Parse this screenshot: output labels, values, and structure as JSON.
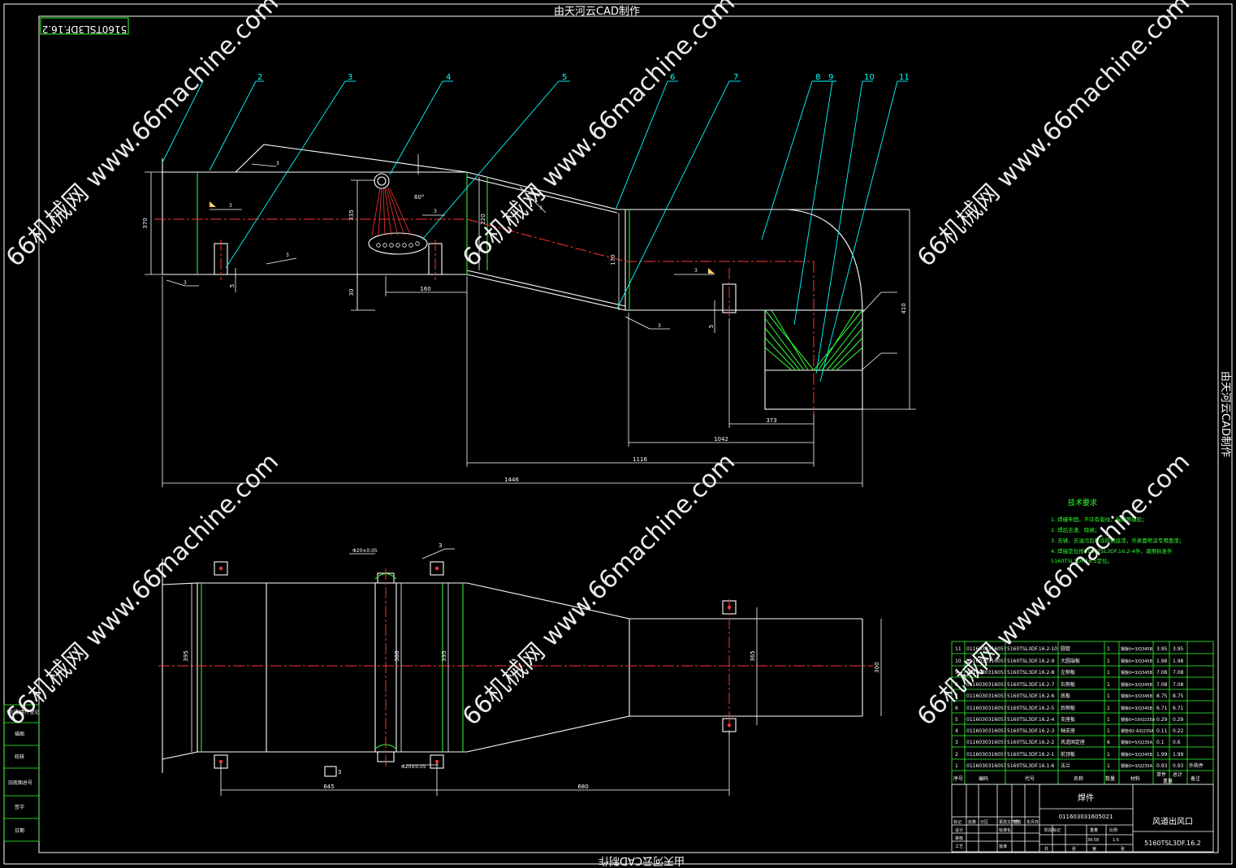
{
  "title_top": "由天河云CAD制作",
  "title_bottom": "由天河云CAD制作",
  "title_right": "由天河云CAD制作",
  "drawing_code_box": "5160TSL3DF.16.2",
  "watermark": "66机械网 www.66machine.com",
  "balloons": [
    "2",
    "3",
    "4",
    "5",
    "6",
    "7",
    "8",
    "9",
    "10",
    "11"
  ],
  "dims_front": {
    "left_h": "370",
    "mid_h": "335",
    "right_h": "410",
    "d_30": "30",
    "d_160": "160",
    "d_220": "220",
    "d_170": "170",
    "d_5a": "5",
    "d_5b": "5",
    "d_373": "373",
    "d_1042": "1042",
    "d_1116": "1116",
    "d_1446": "1446",
    "d_60": "60°"
  },
  "dims_top": {
    "left_h": "395",
    "mid_h": "380",
    "mid_h2": "395",
    "right_h": "365",
    "right_h2": "300",
    "d_645": "645",
    "d_680": "680",
    "hole_top": "Φ20±0.05",
    "hole_bottom": "Φ20±0.05"
  },
  "weld_symbols": [
    "3",
    "3",
    "3",
    "3",
    "3",
    "3",
    "3",
    "3",
    "3",
    "3",
    "3",
    "3",
    "3"
  ],
  "tech_req": {
    "title": "技术要求",
    "lines": [
      "1. 焊缝牢固，不许有裂纹、漏焊等缺陷；",
      "2. 焊后去渣、除锈；",
      "3. 去锈、去油污后喷涂防锈底漆，外表面喷涂专用面漆；",
      "4. 焊接定位按5160TSL3DF.16.2-4件，调用标准件",
      "   5160TSL3DF.16.5定位。"
    ]
  },
  "bom": {
    "rows": [
      {
        "no": "11",
        "code": "011603031605?",
        "drawing": "5160TSL3DF.16.2-10",
        "name": "圆管",
        "qty": "1",
        "mat": "钢板δ=3/Q345B",
        "unit": "3.95",
        "total": "3.95",
        "note": ""
      },
      {
        "no": "10",
        "code": "011603031605?",
        "drawing": "5160TSL3DF.16.2-9",
        "name": "大圆端板",
        "qty": "1",
        "mat": "钢板δ=3/Q345B",
        "unit": "1.98",
        "total": "1.98",
        "note": ""
      },
      {
        "no": "9",
        "code": "011603031605?",
        "drawing": "5160TSL3DF.16.2-8",
        "name": "左侧板",
        "qty": "1",
        "mat": "钢板δ=3/Q345B",
        "unit": "7.08",
        "total": "7.08",
        "note": ""
      },
      {
        "no": "8",
        "code": "011603031605?",
        "drawing": "5160TSL3DF.16.2-7",
        "name": "右侧板",
        "qty": "1",
        "mat": "钢板δ=3/Q345B",
        "unit": "7.08",
        "total": "7.08",
        "note": ""
      },
      {
        "no": "7",
        "code": "011603031605?",
        "drawing": "5160TSL3DF.16.2-6",
        "name": "底板",
        "qty": "1",
        "mat": "钢板δ=3/Q345B",
        "unit": "8.75",
        "total": "8.75",
        "note": ""
      },
      {
        "no": "6",
        "code": "011603031605?",
        "drawing": "5160TSL3DF.16.2-5",
        "name": "后侧板",
        "qty": "1",
        "mat": "钢板δ=3/Q345B",
        "unit": "6.71",
        "total": "6.71",
        "note": ""
      },
      {
        "no": "5",
        "code": "011603031605?",
        "drawing": "5160TSL3DF.16.2-4",
        "name": "支座板",
        "qty": "1",
        "mat": "钢板δ=10/Q235A",
        "unit": "0.29",
        "total": "0.29",
        "note": ""
      },
      {
        "no": "4",
        "code": "011603031605?",
        "drawing": "5160TSL3DF.16.2-3",
        "name": "轴支座",
        "qty": "1",
        "mat": "钢管Φ2-4/Q235A",
        "unit": "0.11",
        "total": "0.22",
        "note": ""
      },
      {
        "no": "3",
        "code": "011603031605?",
        "drawing": "5160TSL3DF.16.2-2",
        "name": "风道固定座",
        "qty": "6",
        "mat": "钢板δ=5/Q235A",
        "unit": "0.1",
        "total": "0.6",
        "note": ""
      },
      {
        "no": "2",
        "code": "011603031605?",
        "drawing": "5160TSL3DF.16.2-1",
        "name": "前顶板",
        "qty": "1",
        "mat": "钢板δ=3/Q345B",
        "unit": "1.99",
        "total": "1.99",
        "note": ""
      },
      {
        "no": "1",
        "code": "011603031605?",
        "drawing": "5160TSL3DF.16.1-6",
        "name": "法兰",
        "qty": "1",
        "mat": "钢板δ=3/Q235A",
        "unit": "0.93",
        "total": "0.93",
        "note": "外购件"
      }
    ],
    "header": {
      "no": "序号",
      "code": "编码",
      "drawing": "代号",
      "name": "名称",
      "qty": "数量",
      "mat": "材料",
      "unit": "单件",
      "total": "总计",
      "weight": "重量",
      "note": "备注"
    }
  },
  "title_block": {
    "weldment": "焊件",
    "code": "011603031605021",
    "part_name": "风道出风口",
    "drawing_no": "5160TSL3DF.16.2",
    "scale": "1:5",
    "weight": "39.58",
    "labels": [
      "标记",
      "处数",
      "分区",
      "更改文件号",
      "签名",
      "年月日",
      "设计",
      "标准化",
      "阶段标记",
      "重量",
      "比例",
      "审核",
      "工艺",
      "批准",
      "共",
      "张",
      "第",
      "张"
    ]
  },
  "left_strip": [
    "借(通)用件登记",
    "描图",
    "校核",
    "旧底图总号",
    "签字",
    "日期"
  ]
}
